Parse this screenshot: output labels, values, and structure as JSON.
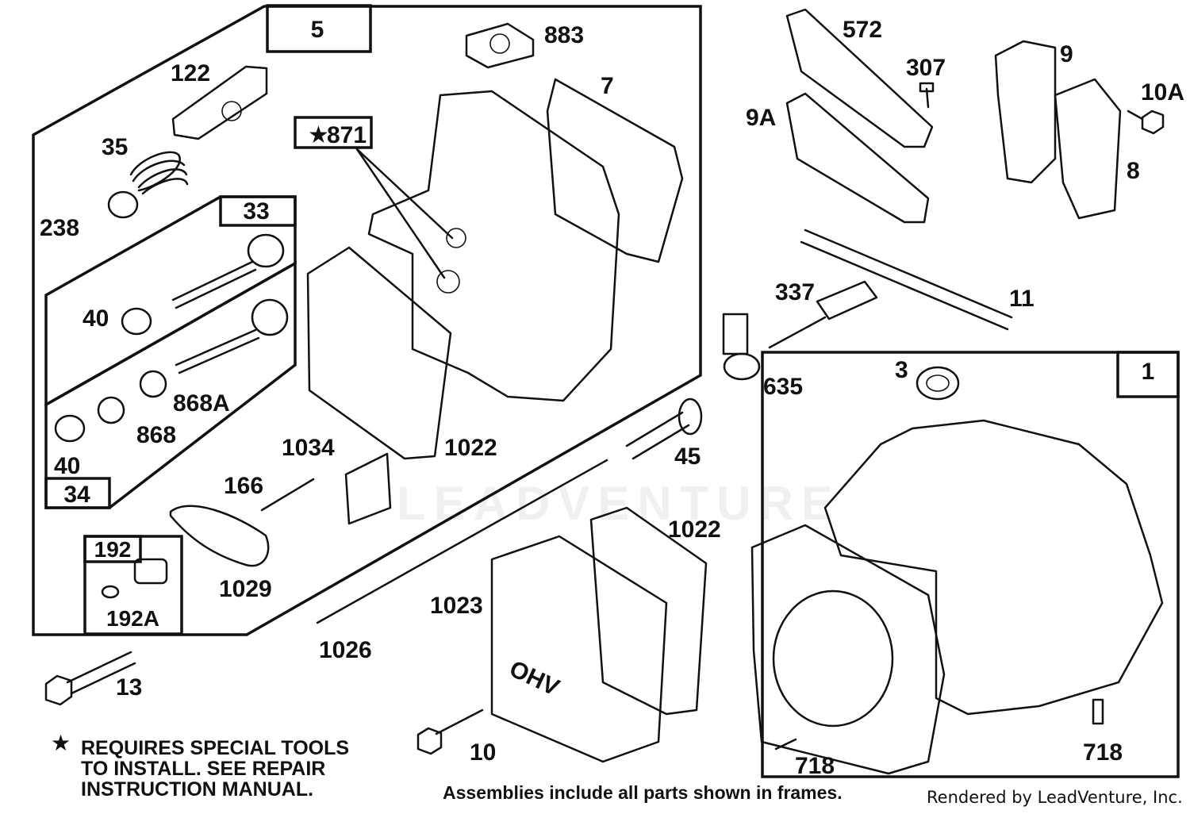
{
  "frames": {
    "cylinder_head_assembly": "5",
    "intake_valve_assembly": "33",
    "exhaust_valve_assembly": "34",
    "breather_assembly": "192",
    "short_block": "1"
  },
  "callouts": {
    "p122": "122",
    "p35": "35",
    "p238": "238",
    "p40a": "40",
    "p40b": "40",
    "p868A": "868A",
    "p868": "868",
    "p883": "883",
    "p7": "7",
    "p871": "871",
    "p1022a": "1022",
    "p1034": "1034",
    "p166": "166",
    "p1029": "1029",
    "p192A": "192A",
    "p13": "13",
    "p1026": "1026",
    "p1023": "1023",
    "p1022b": "1022",
    "p45": "45",
    "p10": "10",
    "p572": "572",
    "p307": "307",
    "p9A": "9A",
    "p9": "9",
    "p10A": "10A",
    "p8": "8",
    "p11": "11",
    "p337": "337",
    "p635": "635",
    "p3": "3",
    "p718a": "718",
    "p718b": "718"
  },
  "special_tool_star": "★",
  "cover_lettering": "OHV",
  "footnote": {
    "star": "★",
    "line1": "REQUIRES SPECIAL TOOLS",
    "line2": "TO INSTALL.  SEE REPAIR",
    "line3": "INSTRUCTION MANUAL."
  },
  "assemblies_note": "Assemblies include all parts shown in frames.",
  "credit": "Rendered by LeadVenture, Inc.",
  "watermark": "LEADVENTURE"
}
